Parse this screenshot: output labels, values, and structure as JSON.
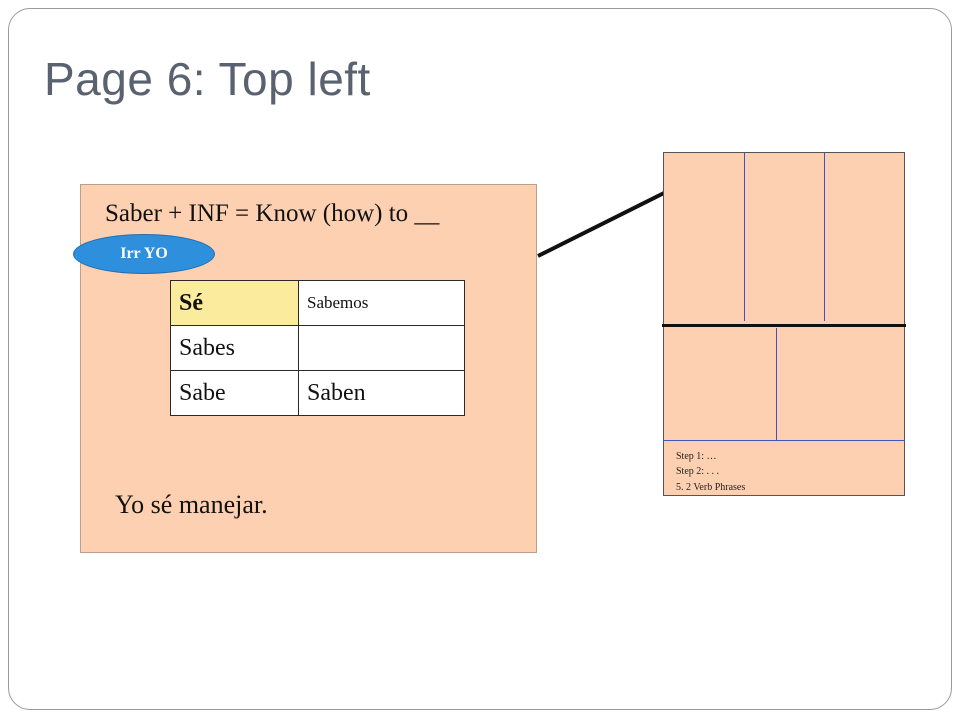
{
  "slide": {
    "title": "Page 6:  Top left"
  },
  "panel": {
    "heading": "Saber + INF = Know (how) to __",
    "badge": "Irr YO",
    "table": [
      [
        "Sé",
        "Sabemos"
      ],
      [
        "Sabes",
        ""
      ],
      [
        "Sabe",
        "Saben"
      ]
    ],
    "highlight_color": "#fbeb9c",
    "background_color": "#fcd0b1",
    "example": "Yo sé manejar."
  },
  "mini_layout": {
    "steps": [
      "Step 1: …",
      "Step 2: . . .",
      "5.   2 Verb Phrases"
    ]
  }
}
